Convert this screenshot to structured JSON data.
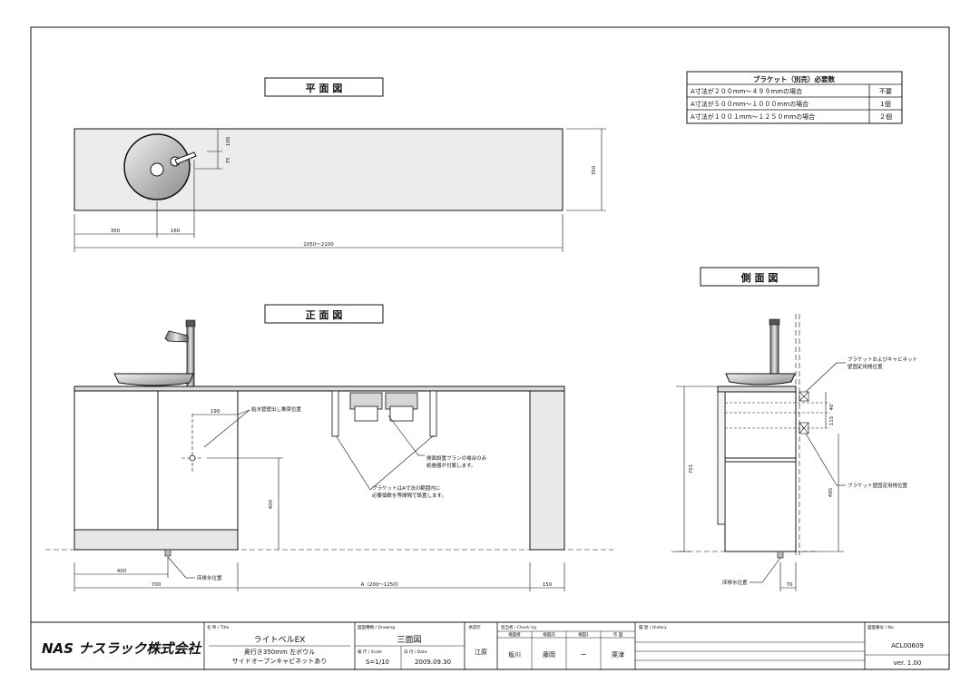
{
  "views": {
    "plan_title": "平 面 図",
    "front_title": "正 面 図",
    "side_title": "側 面 図"
  },
  "bracket_table": {
    "title": "ブラケット（別売）必要数",
    "rows": [
      {
        "condition": "A寸法が２００mm～４９９mmの場合",
        "count": "不要"
      },
      {
        "condition": "A寸法が５００mm～１０００mmの場合",
        "count": "1個"
      },
      {
        "condition": "A寸法が１００１mm～１２５０mmの場合",
        "count": "２個"
      }
    ]
  },
  "plan_dims": {
    "d100": "100",
    "d75": "75",
    "d350_depth": "350",
    "d350": "350",
    "d160": "160",
    "width": "1050～2100"
  },
  "front_notes": {
    "supply": "給水管壁出し推奨位置",
    "d190": "190",
    "side_plan_1": "側面設置プランの場合のみ",
    "side_plan_2": "紙巻器が付属します。",
    "bracket_1": "ブラケットはA寸法の範囲内に",
    "bracket_2": "必要個数を等間隔で設置します。",
    "d400_h": "400",
    "drain": "床排水位置",
    "d400": "400",
    "d700": "700",
    "a_dim": "A（200～1250）",
    "d150": "150"
  },
  "side_notes": {
    "note1_1": "ブラケットおよびキャビネット",
    "note1_2": "壁固定用桟位置",
    "note2": "ブラケット壁固定用桟位置",
    "d40": "40",
    "d115": "115",
    "d701": "701",
    "d495": "495",
    "drain": "床排水位置",
    "d70": "70"
  },
  "title_block": {
    "logo": "NAS ナスラック株式会社",
    "name_label": "名 称 / Title",
    "name_1": "ライトベルEX",
    "name_2": "奥行き350mm  左ボウル",
    "name_3": "サイドオープンキャビネットあり",
    "drawing_label": "図面種類 / Drawing",
    "drawing": "三面図",
    "scale_label": "縮 尺 / Scale",
    "scale": "S=1/10",
    "date_label": "日 付 / Date",
    "date": "2009.09.30",
    "approver_label": "承認印",
    "approver": "江原",
    "check_label": "担当者 / Check Up",
    "check_cols": [
      "検図者",
      "検図前",
      "検図1",
      "作 図"
    ],
    "check_vals": [
      "坂川",
      "藤岡",
      "ー",
      "栗津"
    ],
    "history_label": "履 歴 / History",
    "no_label": "図面番号 / No.",
    "drawing_no": "ACL00609",
    "version": "ver. 1.00"
  }
}
